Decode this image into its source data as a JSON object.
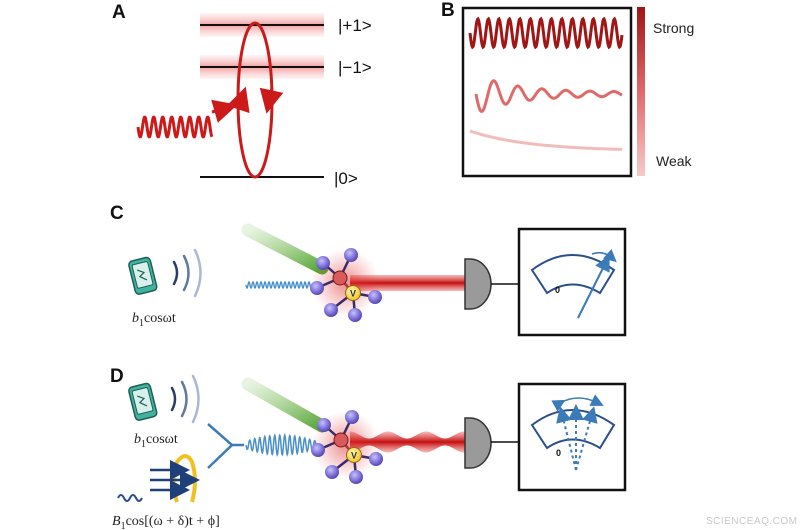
{
  "panels": {
    "a": {
      "letter": "A"
    },
    "b": {
      "letter": "B"
    },
    "c": {
      "letter": "C"
    },
    "d": {
      "letter": "D"
    }
  },
  "energy_levels": {
    "upper": "|+1>",
    "middle": "|−1>",
    "ground": "|0>"
  },
  "scale": {
    "strong": "Strong",
    "weak": "Weak"
  },
  "signal_c": {
    "coefficient": "b",
    "subscript": "1",
    "expression": "cosωt"
  },
  "signal_d_reference": {
    "coefficient": "b",
    "subscript": "1",
    "expression": "cosωt"
  },
  "signal_d_target": {
    "coefficient": "B",
    "subscript": "1",
    "expression": "cos[(ω + δ)t + ϕ]"
  },
  "meters": {
    "c_zero": "0",
    "d_zero": "0"
  },
  "nv_center": {
    "vacancy_label": "V"
  },
  "colors": {
    "laser_red": "#cc1a1a",
    "green_laser": "#6fb64a",
    "microwave_blue": "#3b7bb8",
    "detector_gray": "#9a9a9a",
    "atom_purple": "#7b6fd6",
    "phone_teal": "#3fb39f"
  },
  "watermark": "SCIENCEAQ.COM"
}
